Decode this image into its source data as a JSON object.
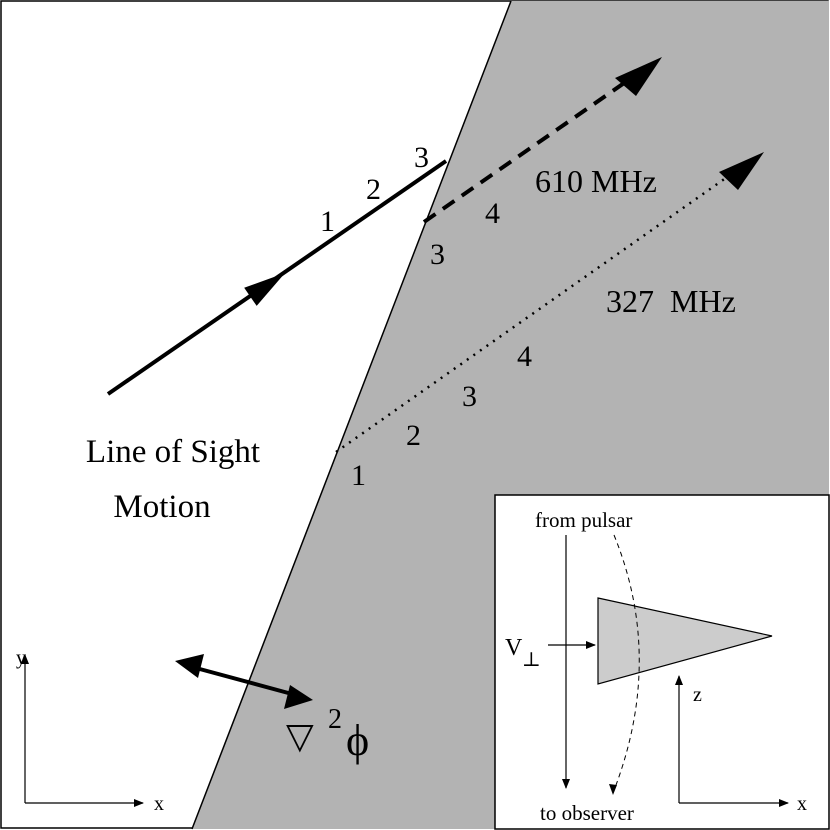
{
  "colors": {
    "background": "#ffffff",
    "screen_fill": "#b3b3b3",
    "inset_triangle_fill": "#cccccc",
    "ink": "#000000"
  },
  "main": {
    "label_610": "610 MHz",
    "label_327": "327  MHz",
    "los_motion_line1": "Line of Sight",
    "los_motion_line2": "Motion",
    "gradient_symbol": "▽",
    "gradient_power": "2",
    "gradient_phi": "ϕ",
    "solid_markers": [
      "1",
      "2",
      "3"
    ],
    "dashed_markers": [
      "3",
      "4"
    ],
    "dotted_markers": [
      "1",
      "2",
      "3",
      "4"
    ],
    "axis_x": "x",
    "axis_y": "y"
  },
  "inset": {
    "from_pulsar": "from pulsar",
    "to_observer": "to observer",
    "v_perp_base": "V",
    "v_perp_sub": "⊥",
    "axis_z": "z",
    "axis_x": "x"
  }
}
